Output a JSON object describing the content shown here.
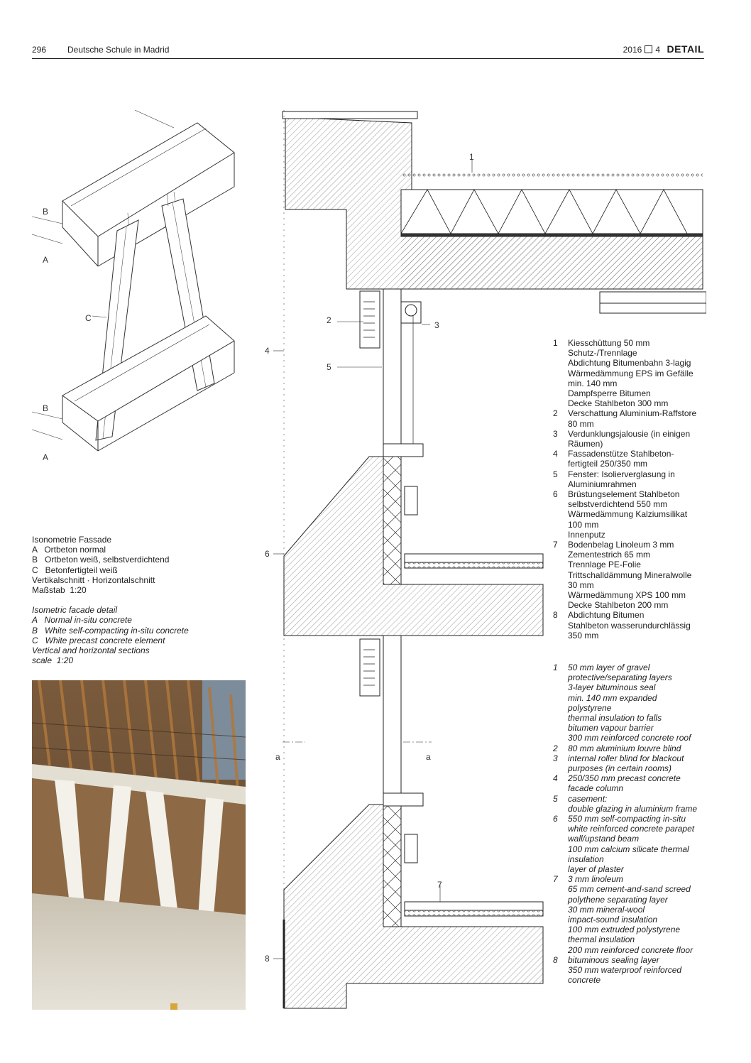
{
  "header": {
    "page_number": "296",
    "title": "Deutsche Schule in Madrid",
    "issue_year": "2016",
    "issue_number": "4",
    "logo": "DETAIL"
  },
  "isometric_labels": {
    "b_upper": "B",
    "a_upper": "A",
    "c": "C",
    "b_lower": "B",
    "a_lower": "A"
  },
  "section_labels": {
    "n1": "1",
    "n2": "2",
    "n3": "3",
    "n4": "4",
    "n5": "5",
    "n6": "6",
    "n7": "7",
    "n8": "8",
    "a_left": "a",
    "a_right": "a"
  },
  "caption_de": [
    "Isonometrie Fassade",
    "A   Ortbeton normal",
    "B   Ortbeton weiß, selbstverdichtend",
    "C   Betonfertigteil weiß",
    "Vertikalschnitt · Horizontalschnitt",
    "Maßstab  1:20"
  ],
  "caption_en": [
    "Isometric facade detail",
    "A   Normal in-situ concrete",
    "B   White self-compacting in-situ concrete",
    "C   White precast concrete element",
    "Vertical and horizontal sections",
    "scale  1:20"
  ],
  "legend_de": [
    {
      "num": "1",
      "text": "Kiesschüttung 50 mm\nSchutz-/Trennlage\nAbdichtung Bitumenbahn 3-lagig\nWärmedämmung EPS im Gefälle\nmin. 140 mm\nDampfsperre Bitumen\nDecke Stahlbeton 300 mm"
    },
    {
      "num": "2",
      "text": "Verschattung Aluminium-Raffstore\n80 mm"
    },
    {
      "num": "3",
      "text": "Verdunklungsjalousie (in einigen\nRäumen)"
    },
    {
      "num": "4",
      "text": "Fassadenstütze Stahlbeton-\nfertigteil 250/350 mm"
    },
    {
      "num": "5",
      "text": "Fenster: Isolierverglasung in\nAluminiumrahmen"
    },
    {
      "num": "6",
      "text": "Brüstungselement Stahlbeton\nselbstverdichtend 550 mm\nWärmedämmung Kalziumsilikat\n100 mm\nInnenputz"
    },
    {
      "num": "7",
      "text": "Bodenbelag Linoleum 3 mm\nZementestrich 65 mm\nTrennlage PE-Folie\nTrittschalldämmung Mineralwolle\n30 mm\nWärmedämmung XPS 100 mm\nDecke Stahlbeton 200 mm"
    },
    {
      "num": "8",
      "text": "Abdichtung Bitumen\nStahlbeton wasserundurchlässig\n350 mm"
    }
  ],
  "legend_en": [
    {
      "num": "1",
      "text": "50 mm layer of gravel\nprotective/separating layers\n3-layer bituminous seal\nmin. 140 mm expanded\npolystyrene\nthermal insulation to falls\nbitumen vapour barrier\n300 mm reinforced concrete roof"
    },
    {
      "num": "2",
      "text": "80 mm aluminium louvre blind"
    },
    {
      "num": "3",
      "text": "internal roller blind for blackout\npurposes (in certain rooms)"
    },
    {
      "num": "4",
      "text": "250/350 mm precast concrete\nfacade column"
    },
    {
      "num": "5",
      "text": "casement:\ndouble glazing in aluminium frame"
    },
    {
      "num": "6",
      "text": "550 mm self-compacting in-situ\nwhite reinforced concrete parapet\nwall/upstand beam\n100 mm calcium silicate thermal\ninsulation\nlayer of plaster"
    },
    {
      "num": "7",
      "text": "3 mm linoleum\n65 mm cement-and-sand screed\npolythene separating layer\n30 mm mineral-wool\nimpact-sound insulation\n100 mm extruded polystyrene\nthermal insulation\n200 mm reinforced concrete floor"
    },
    {
      "num": "8",
      "text": "bituminous sealing layer\n350 mm waterproof reinforced\nconcrete"
    }
  ]
}
